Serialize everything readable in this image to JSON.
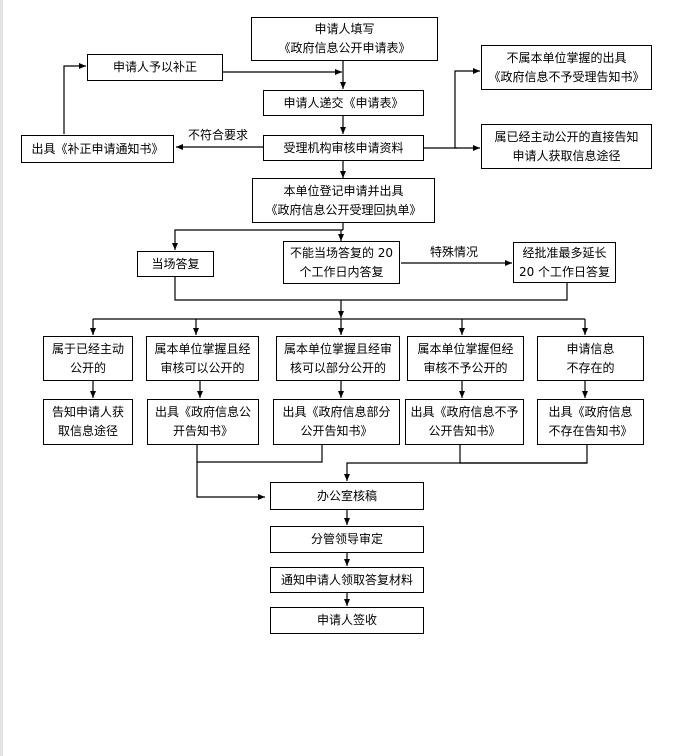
{
  "flowchart": {
    "start": {
      "line1": "申请人填写",
      "line2": "《政府信息公开申请表》"
    },
    "supplement": {
      "line1": "申请人予以补正"
    },
    "submit": {
      "line1": "申请人递交《申请表》"
    },
    "correction_notice": {
      "line1": "出具《补正申请通知书》"
    },
    "review": {
      "line1": "受理机构审核申请资料"
    },
    "not_held": {
      "line1": "不属本单位掌握的出具",
      "line2": "《政府信息不予受理告知书》"
    },
    "already_public": {
      "line1": "属已经主动公开的直接告知",
      "line2": "申请人获取信息途径"
    },
    "register": {
      "line1": "本单位登记申请并出具",
      "line2": "《政府信息公开受理回执单》"
    },
    "reply_on_spot": {
      "line1": "当场答复"
    },
    "reply_20_days": {
      "line1": "不能当场答复的 20",
      "line2": "个工作日内答复"
    },
    "extend": {
      "line1": "经批准最多延长",
      "line2": "20 个工作日答复"
    },
    "categories": [
      {
        "line1": "属于已经主动",
        "line2": "公开的"
      },
      {
        "line1": "属本单位掌握且经",
        "line2": "审核可以公开的"
      },
      {
        "line1": "属本单位掌握且经审",
        "line2": "核可以部分公开的"
      },
      {
        "line1": "属本单位掌握但经",
        "line2": "审核不予公开的"
      },
      {
        "line1": "申请信息",
        "line2": "不存在的"
      }
    ],
    "outcomes": [
      {
        "line1": "告知申请人获",
        "line2": "取信息途径"
      },
      {
        "line1": "出具《政府信息公",
        "line2": "开告知书》"
      },
      {
        "line1": "出具《政府信息部分",
        "line2": "公开告知书》"
      },
      {
        "line1": "出具《政府信息不予",
        "line2": "公开告知书》"
      },
      {
        "line1": "出具《政府信息",
        "line2": "不存在告知书》"
      }
    ],
    "office_review": {
      "line1": "办公室核稿"
    },
    "leader_review": {
      "line1": "分管领导审定"
    },
    "notify_pickup": {
      "line1": "通知申请人领取答复材料"
    },
    "sign_receipt": {
      "line1": "申请人签收"
    },
    "edge_labels": {
      "not_compliant": "不符合要求",
      "special_case": "特殊情况"
    }
  }
}
